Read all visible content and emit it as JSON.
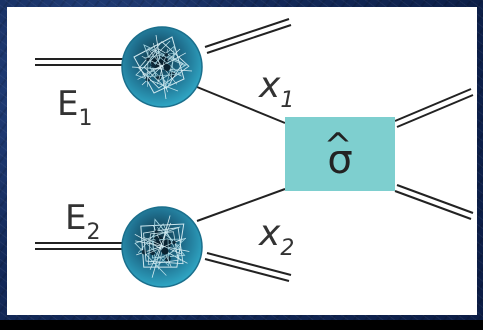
{
  "labels": {
    "beam_energy_1": "E",
    "beam_energy_1_sub": "1",
    "beam_energy_2": "E",
    "beam_energy_2_sub": "2",
    "parton_1": "x",
    "parton_1_sub": "1",
    "parton_2": "x",
    "parton_2_sub": "2",
    "cross_section": "σ",
    "cross_section_hat": "^"
  },
  "colors": {
    "panel_background": "#ffffff",
    "hard_process_box": "#7ecfcf",
    "hadron_blob": "#2a8fae",
    "line": "#222222",
    "text": "#333333"
  },
  "icons": {
    "hadron_1": "proton-blob-icon",
    "hadron_2": "proton-blob-icon"
  }
}
